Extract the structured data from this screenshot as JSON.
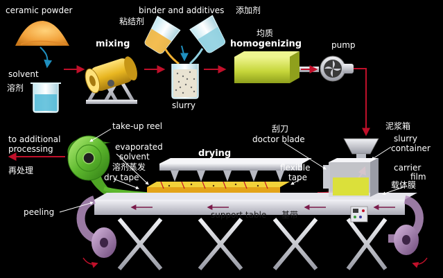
{
  "labels": {
    "ceramic_powder": "ceramic powder",
    "binder_en": "binder and additives",
    "binder_cn_a": "添加剂",
    "binder_cn_b": "粘结剂",
    "solvent_en": "solvent",
    "solvent_cn": "溶剂",
    "mixing": "mixing",
    "slurry": "slurry",
    "homogenizing_cn": "均质",
    "homogenizing_en": "homogenizing",
    "pump": "pump",
    "to_additional_1": "to additional",
    "to_additional_2": "processing",
    "reprocess_cn": "再处理",
    "take_up_reel": "take-up reel",
    "evaporated_1": "evaporated",
    "evaporated_2": "solvent",
    "evaporated_cn": "溶剂蒸发",
    "dry_tape": "dry tape",
    "drying": "drying",
    "doctor_blade_cn": "刮刀",
    "doctor_blade_en": "doctor blade",
    "flexible_1": "flexible",
    "flexible_2": "tape",
    "slurry_box_cn": "泥浆箱",
    "slurry_container_1": "slurry",
    "slurry_container_2": "container",
    "carrier_film_1": "carrier",
    "carrier_film_2": "film",
    "carrier_film_cn": "载体膜",
    "peeling": "peeling",
    "support_table_en": "support table",
    "support_table_cn": "基带"
  },
  "colors": {
    "background": "#000000",
    "arrow": "#c0102a",
    "frame": "#b9bcc4",
    "tape": "#5db82e",
    "roller": "#9a6fa5",
    "belt": "#cfcfd6",
    "hopper": "#d7d8de",
    "mixer": "#e8b620",
    "homogenizer": "#c6d63a",
    "powder": "#f2a23c"
  },
  "icons": [
    "beaker-icon",
    "ball-mill-icon",
    "pump-icon",
    "take-up-reel-icon",
    "roller-icon",
    "control-panel-icon"
  ]
}
